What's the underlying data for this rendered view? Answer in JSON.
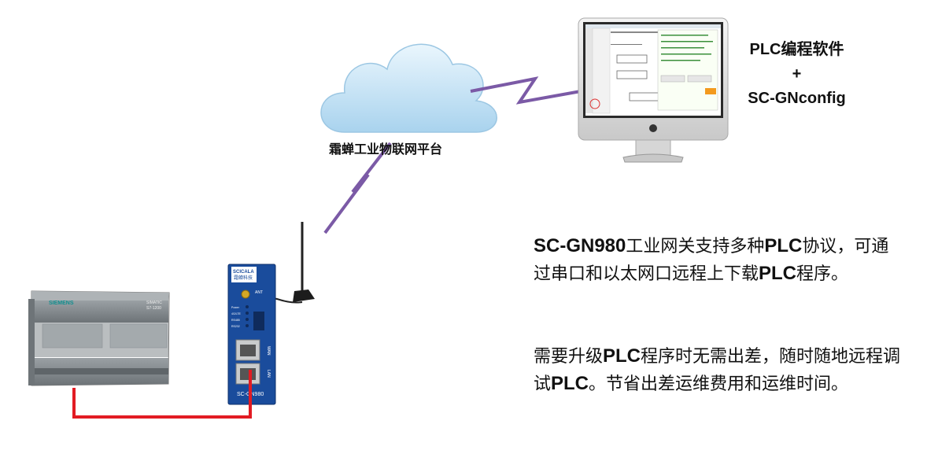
{
  "cloud": {
    "label": "霜蝉工业物联网平台"
  },
  "computer": {
    "label_line1": "PLC编程软件",
    "label_plus": "+",
    "label_line2": "SC-GNconfig"
  },
  "gateway": {
    "brand": "SCICALA",
    "brand_cn": "霜蝉科技",
    "ant_label": "ANT",
    "led_labels": [
      "Power",
      "4G/LTE",
      "RS485",
      "RS232"
    ],
    "wan_label": "WAN",
    "lan_label": "LAN",
    "model_label": "SC-GN980"
  },
  "plc": {
    "brand": "SIEMENS",
    "model_line1": "SIMATIC",
    "model_line2": "S7-1200"
  },
  "description": {
    "para1": [
      {
        "text": "SC-GN980",
        "bold": true
      },
      {
        "text": "工业网关支持多种",
        "bold": false
      },
      {
        "text": "PLC",
        "bold": true
      },
      {
        "text": "协议，可通过串口和以太网口远程上下载",
        "bold": false
      },
      {
        "text": "PLC",
        "bold": true
      },
      {
        "text": "程序。",
        "bold": false
      }
    ],
    "para2": [
      {
        "text": "需要升级",
        "bold": false
      },
      {
        "text": "PLC",
        "bold": true
      },
      {
        "text": "程序时无需出差，随时随地远程调试",
        "bold": false
      },
      {
        "text": "PLC",
        "bold": true
      },
      {
        "text": "。节省出差运维费用和运维时间。",
        "bold": false
      }
    ]
  },
  "colors": {
    "lightning": "#7b5aa6",
    "cable": "#e21b23",
    "gateway_blue": "#1a4c9c",
    "cloud": "#cfe8f6"
  }
}
